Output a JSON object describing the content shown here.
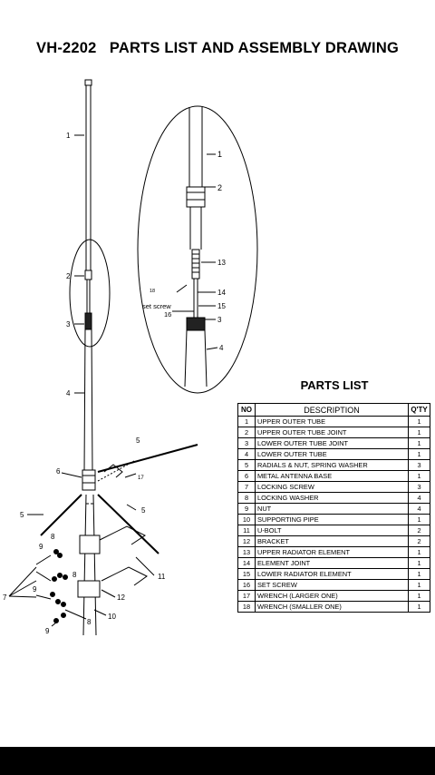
{
  "document": {
    "title": "VH-2202   PARTS LIST AND ASSEMBLY DRAWING"
  },
  "drawing": {
    "callouts": {
      "c1": "1",
      "c2": "2",
      "c3": "3",
      "c4": "4",
      "c5a": "5",
      "c5b": "5",
      "c5c": "5",
      "c6": "6",
      "c7": "7",
      "c8a": "8",
      "c8b": "8",
      "c8c": "8",
      "c9a": "9",
      "c9b": "9",
      "c9c": "9",
      "c10": "10",
      "c11": "11",
      "c12": "12",
      "c17": "17"
    },
    "detail_callouts": {
      "d1": "1",
      "d2": "2",
      "d13": "13",
      "d18": "18",
      "d14": "14",
      "d15": "15",
      "d16": "16",
      "d3": "3",
      "d4": "4",
      "set_screw": "set screw"
    }
  },
  "parts_list": {
    "title": "PARTS LIST",
    "headers": {
      "no": "NO",
      "description": "DESCRIPTION",
      "qty": "Q'TY"
    },
    "rows": [
      {
        "no": "1",
        "description": "UPPER OUTER TUBE",
        "qty": "1"
      },
      {
        "no": "2",
        "description": "UPPER OUTER TUBE JOINT",
        "qty": "1"
      },
      {
        "no": "3",
        "description": "LOWER OUTER TUBE JOINT",
        "qty": "1"
      },
      {
        "no": "4",
        "description": "LOWER OUTER TUBE",
        "qty": "1"
      },
      {
        "no": "5",
        "description": "RADIALS & NUT, SPRING WASHER",
        "qty": "3"
      },
      {
        "no": "6",
        "description": "METAL ANTENNA BASE",
        "qty": "1"
      },
      {
        "no": "7",
        "description": "LOCKING SCREW",
        "qty": "3"
      },
      {
        "no": "8",
        "description": "LOCKING WASHER",
        "qty": "4"
      },
      {
        "no": "9",
        "description": "NUT",
        "qty": "4"
      },
      {
        "no": "10",
        "description": "SUPPORTING PIPE",
        "qty": "1"
      },
      {
        "no": "11",
        "description": "U-BOLT",
        "qty": "2"
      },
      {
        "no": "12",
        "description": "BRACKET",
        "qty": "2"
      },
      {
        "no": "13",
        "description": "UPPER RADIATOR ELEMENT",
        "qty": "1"
      },
      {
        "no": "14",
        "description": "ELEMENT JOINT",
        "qty": "1"
      },
      {
        "no": "15",
        "description": "LOWER RADIATOR ELEMENT",
        "qty": "1"
      },
      {
        "no": "16",
        "description": "SET SCREW",
        "qty": "1"
      },
      {
        "no": "17",
        "description": "WRENCH (LARGER ONE)",
        "qty": "1"
      },
      {
        "no": "18",
        "description": "WRENCH (SMALLER ONE)",
        "qty": "1"
      }
    ]
  }
}
